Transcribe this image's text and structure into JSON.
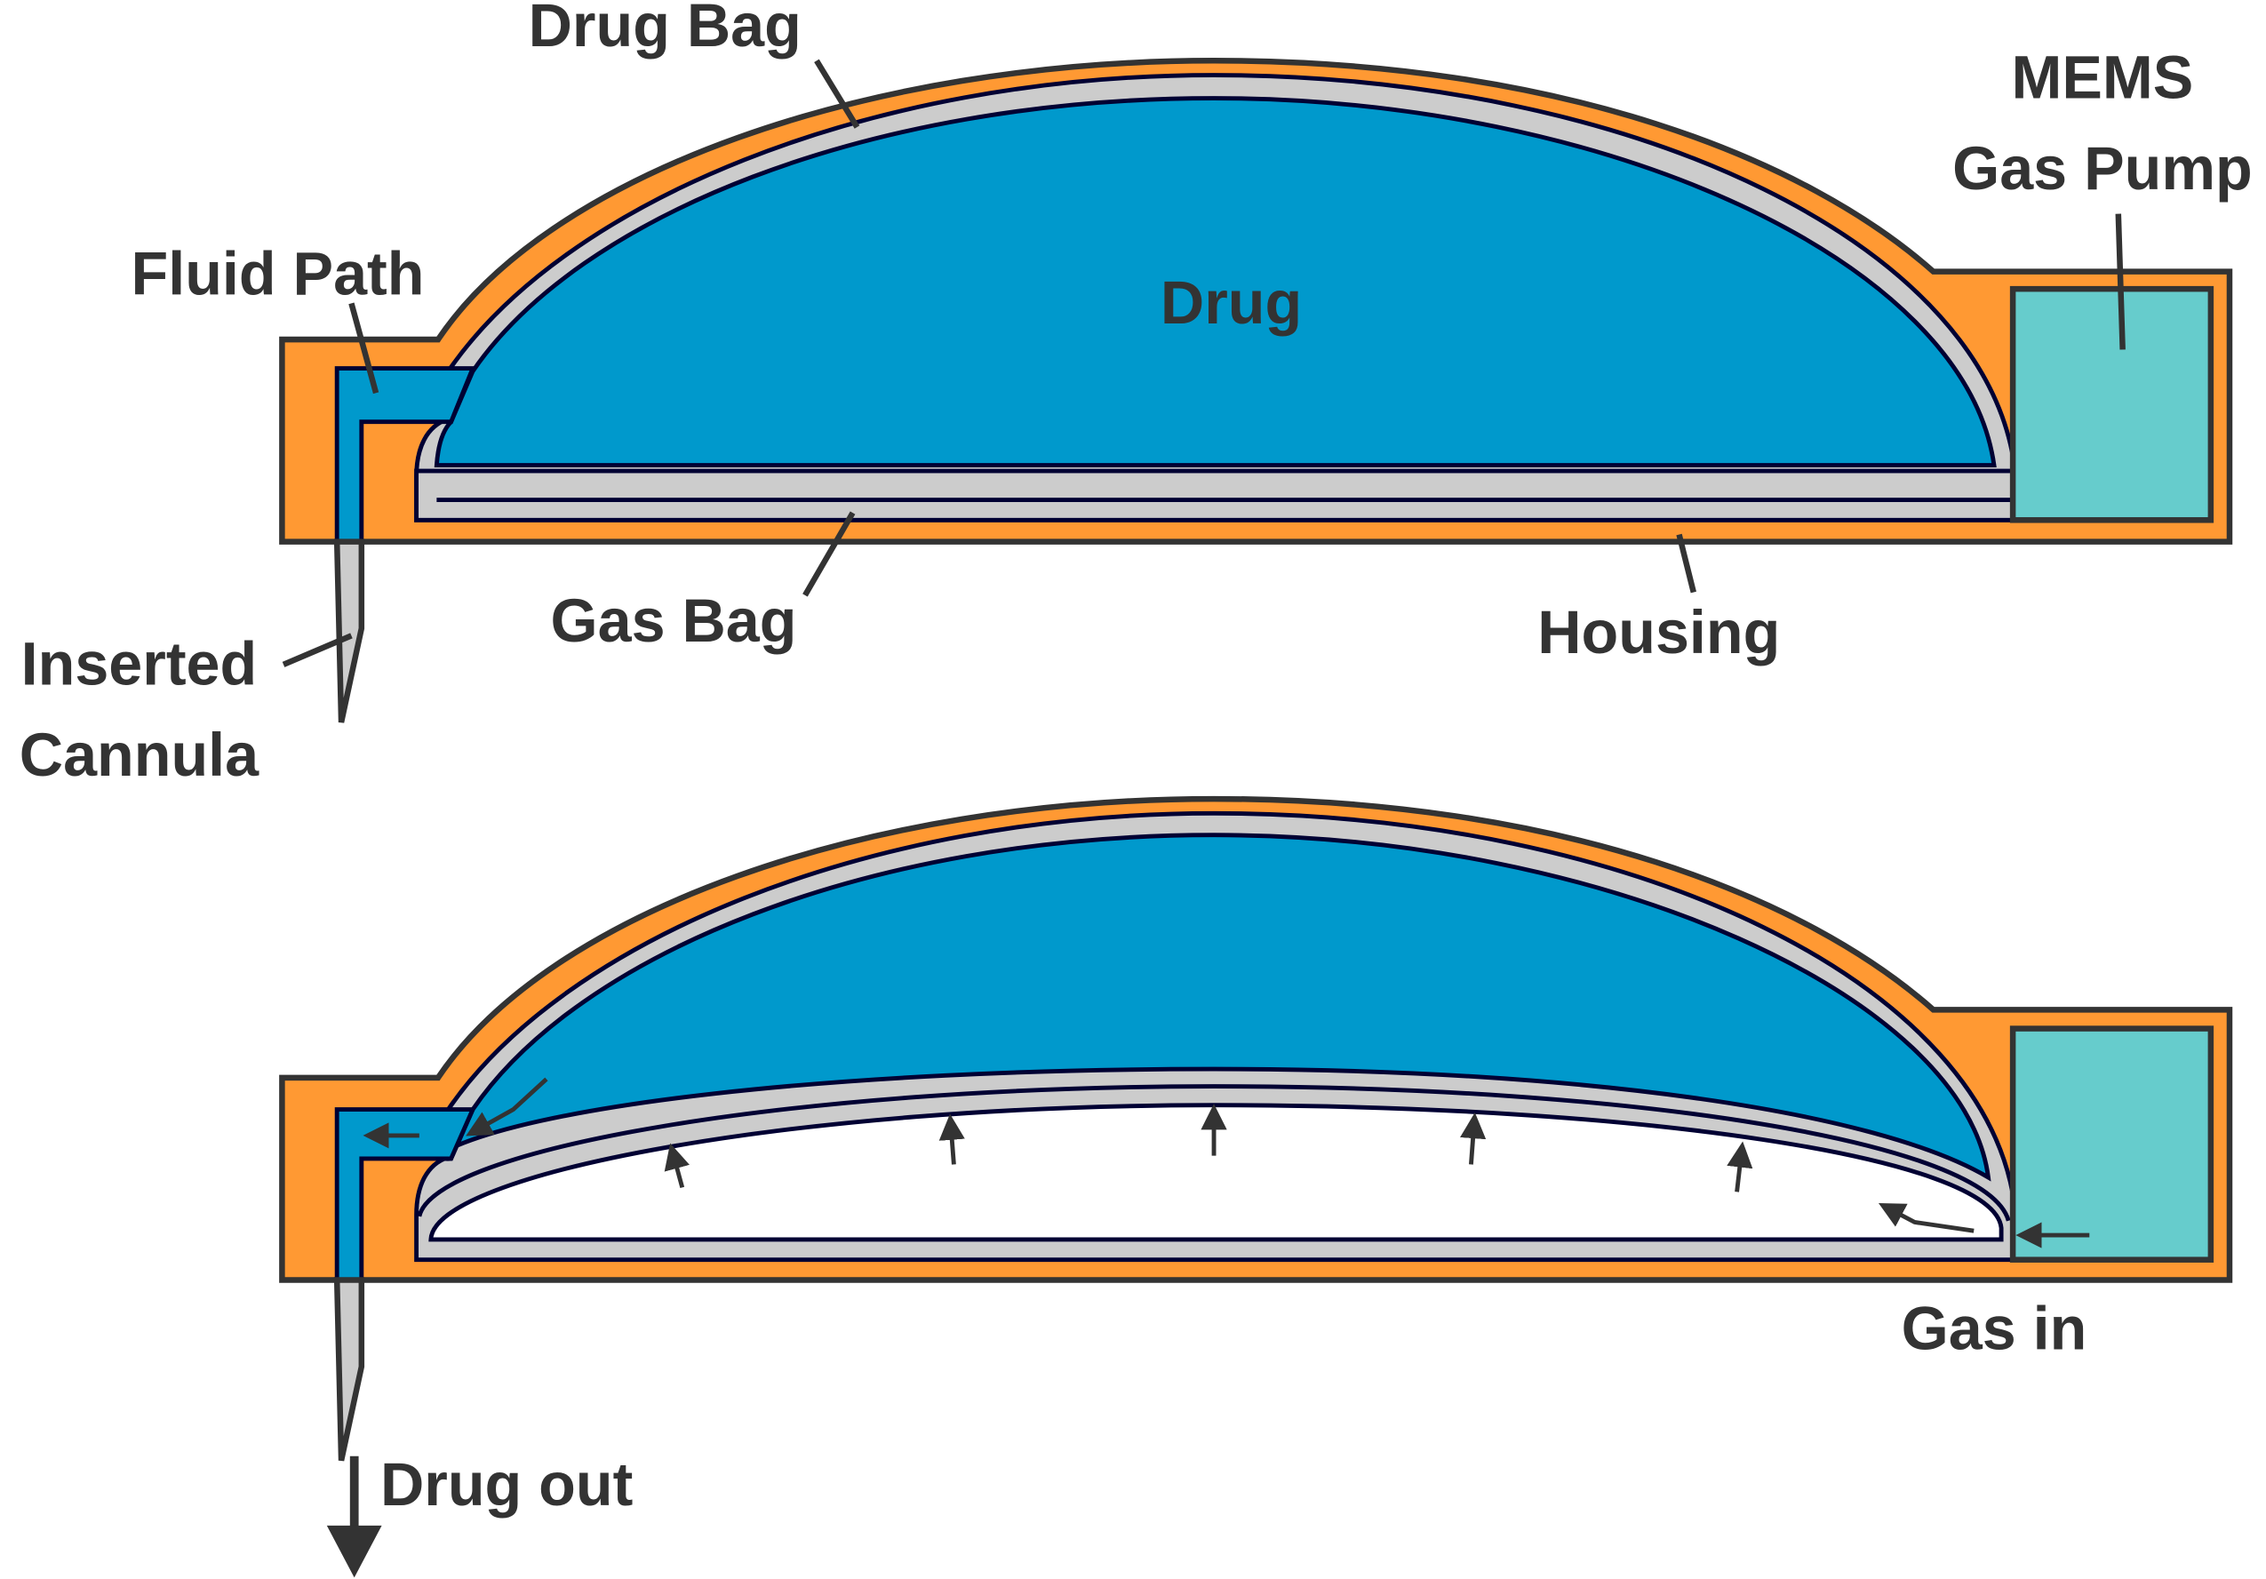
{
  "labels": {
    "drug_bag": "Drug Bag",
    "fluid_path": "Fluid Path",
    "drug": "Drug",
    "mems_line1": "MEMS",
    "mems_line2": "Gas Pump",
    "gas_bag": "Gas Bag",
    "housing": "Housing",
    "inserted_line1": "Inserted",
    "inserted_line2": "Cannula",
    "gas_in": "Gas in",
    "drug_out": "Drug out"
  },
  "colors": {
    "housing": "#FF9933",
    "drug": "#0099CC",
    "bag": "#CCCCCC",
    "pump": "#66CCCC",
    "outline": "#000033",
    "text": "#333333"
  }
}
